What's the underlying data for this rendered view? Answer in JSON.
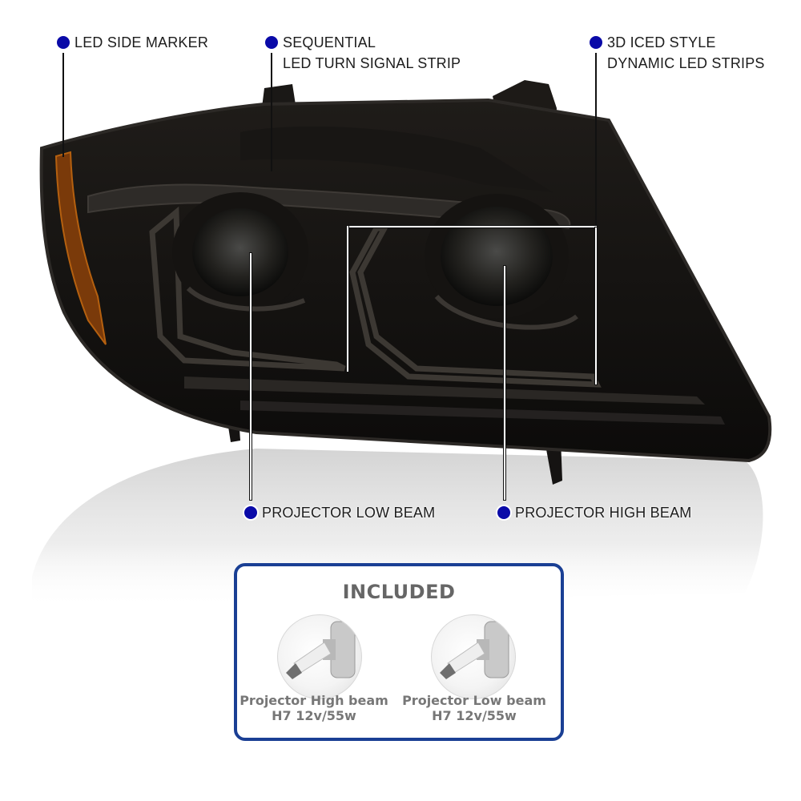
{
  "callouts": {
    "led_side_marker": {
      "lines": [
        "LED SIDE MARKER"
      ]
    },
    "sequential": {
      "lines": [
        "SEQUENTIAL",
        "LED TURN SIGNAL STRIP"
      ]
    },
    "iced": {
      "lines": [
        "3D ICED STYLE",
        "DYNAMIC LED STRIPS"
      ]
    },
    "low_beam": {
      "lines": [
        "PROJECTOR LOW BEAM"
      ]
    },
    "high_beam": {
      "lines": [
        "PROJECTOR HIGH BEAM"
      ]
    }
  },
  "included": {
    "title": "INCLUDED",
    "bulbs": [
      {
        "name": "Projector High beam",
        "spec": "H7 12v/55w"
      },
      {
        "name": "Projector Low beam",
        "spec": "H7 12v/55w"
      }
    ]
  },
  "colors": {
    "dot": "#0a0aa8",
    "panel_border": "#1a3f94",
    "housing": "#141210",
    "amber": "#b5600f"
  }
}
